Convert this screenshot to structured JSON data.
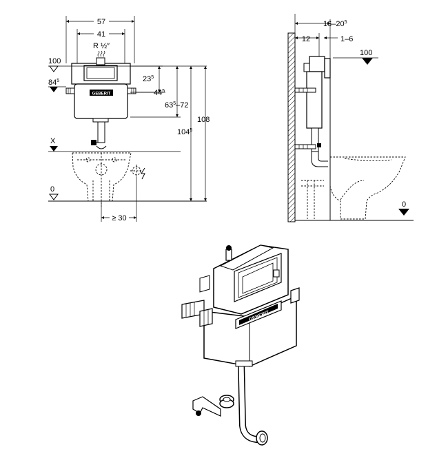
{
  "front_view": {
    "dims": {
      "width_outer": "57",
      "width_inner": "41",
      "thread": "R ½″",
      "level_100": "100",
      "level_84": "84",
      "level_84_sup": "5",
      "d_23": "23",
      "d_23_sup": "5",
      "d_44": "44",
      "d_44_sup": "5",
      "d_63": "63",
      "d_63_sup": "5",
      "d_63_range": "–72",
      "d_104": "104",
      "d_104_sup": "5",
      "d_108": "108",
      "level_x": "X",
      "level_0": "0",
      "min_30": "≥ 30"
    }
  },
  "side_view": {
    "dims": {
      "range": "16–20",
      "range_sup": "5",
      "d_12": "12",
      "d_1_6": "1–6",
      "level_100": "100",
      "level_0": "0"
    }
  },
  "iso_view": {
    "brand": "GEBERIT"
  }
}
